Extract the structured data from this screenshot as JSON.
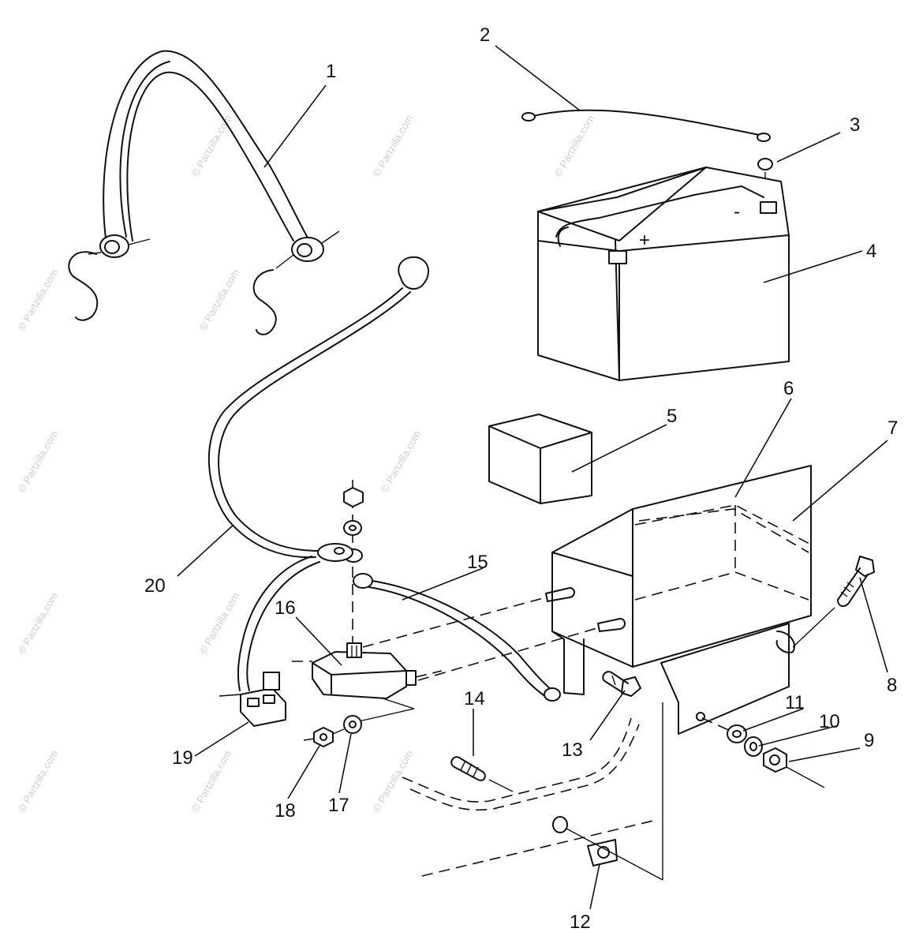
{
  "callouts": {
    "c1": "1",
    "c2": "2",
    "c3": "3",
    "c4": "4",
    "c5": "5",
    "c6": "6",
    "c7": "7",
    "c8": "8",
    "c9": "9",
    "c10": "10",
    "c11": "11",
    "c12": "12",
    "c13": "13",
    "c14": "14",
    "c15": "15",
    "c16": "16",
    "c17": "17",
    "c18": "18",
    "c19": "19",
    "c20": "20"
  },
  "battery_marks": {
    "positive": "+",
    "negative": "-"
  },
  "watermark": "© Partzilla.com"
}
